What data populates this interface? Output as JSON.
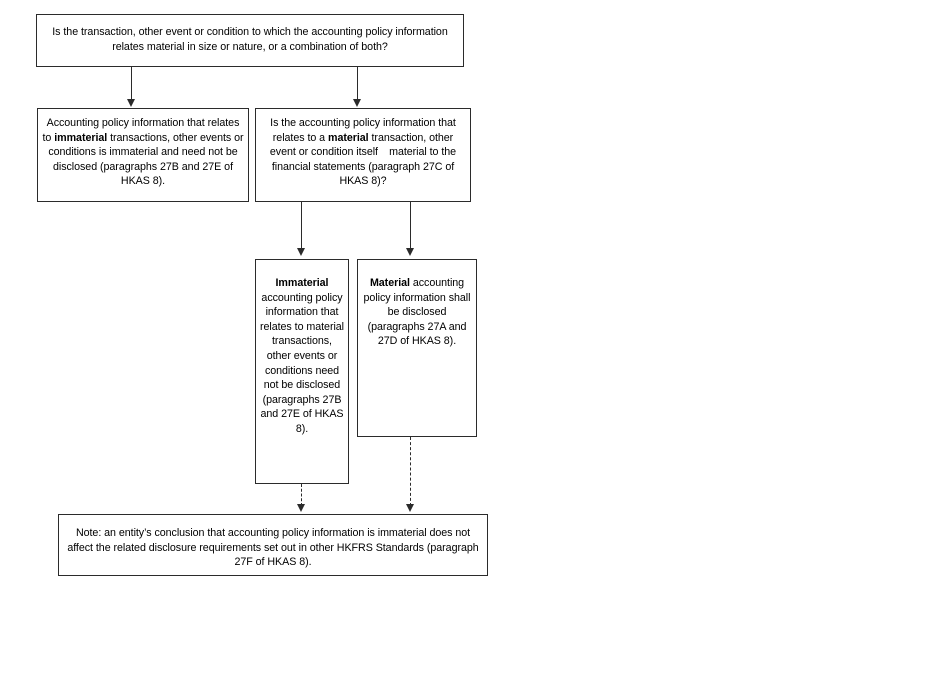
{
  "diagram": {
    "title": "Accounting policy information materiality decision flowchart",
    "background_color": "#ffffff",
    "border_color": "#2b2b2b",
    "nodes": {
      "root": {
        "label": "Is the transaction, other event or condition to which the accounting policy information relates material in size or nature, or a combination of both?"
      },
      "immaterial_transactions": {
        "label_pre": "Accounting policy information that relates to ",
        "label_bold": "immaterial",
        "label_post": " transactions, other events or conditions is immaterial and need not be disclosed (paragraphs 27B and 27E of HKAS 8)."
      },
      "material_question": {
        "label_pre": "Is the accounting policy information that relates to a ",
        "label_bold": "material",
        "label_post": " transaction, other event or condition itself   material to the financial statements (paragraph 27C of HKAS 8)?"
      },
      "immaterial_outcome": {
        "label_bold": "Immaterial",
        "label_post": " accounting policy information that relates to material transactions, other events or conditions need not be disclosed (paragraphs 27B and 27E of HKAS 8)."
      },
      "material_outcome": {
        "label_bold": "Material",
        "label_post": " accounting policy information shall be disclosed (paragraphs 27A and 27D of HKAS 8)."
      },
      "note": {
        "label": "Note: an entity’s conclusion that accounting policy information is immaterial does not affect the related disclosure requirements set out in other HKFRS Standards (paragraph 27F of HKAS 8)."
      }
    },
    "connectors": [
      {
        "name": "root-to-immaterial-transactions",
        "style": "solid",
        "arrow": "down"
      },
      {
        "name": "root-to-material-question",
        "style": "solid",
        "arrow": "down"
      },
      {
        "name": "material-question-to-immaterial-outcome",
        "style": "solid",
        "arrow": "down"
      },
      {
        "name": "material-question-to-material-outcome",
        "style": "solid",
        "arrow": "down"
      },
      {
        "name": "immaterial-outcome-to-note",
        "style": "dashed",
        "arrow": "down"
      },
      {
        "name": "material-outcome-to-note",
        "style": "dashed",
        "arrow": "down"
      }
    ]
  }
}
